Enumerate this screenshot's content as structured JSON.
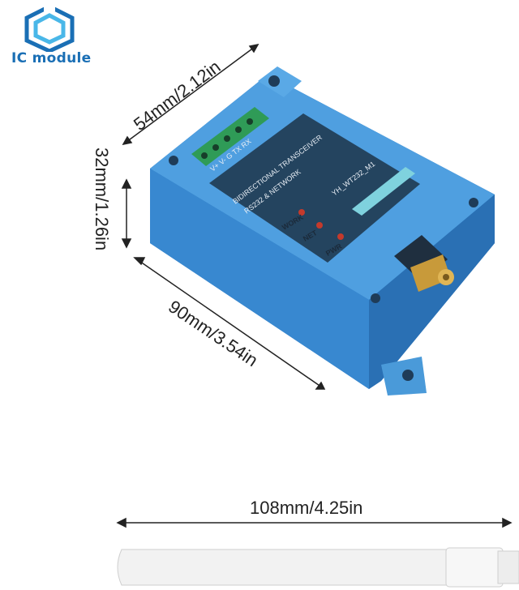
{
  "brand": {
    "text": "IC module"
  },
  "dimensions": {
    "width": "54mm/2.12in",
    "height": "32mm/1.26in",
    "length": "90mm/3.54in",
    "antenna": "108mm/4.25in"
  },
  "module": {
    "pins": "V+ V- G TX RX",
    "title1": "BIDIRECTIONAL TRANSCEIVER",
    "title2": "RS232 & NETWORK",
    "model": "YH_WT232_M1",
    "leds": [
      "WORK",
      "NET",
      "PWR"
    ]
  },
  "colors": {
    "case": "#3a8fd6",
    "label": "#24445f",
    "brand": "#1a6fb5"
  }
}
